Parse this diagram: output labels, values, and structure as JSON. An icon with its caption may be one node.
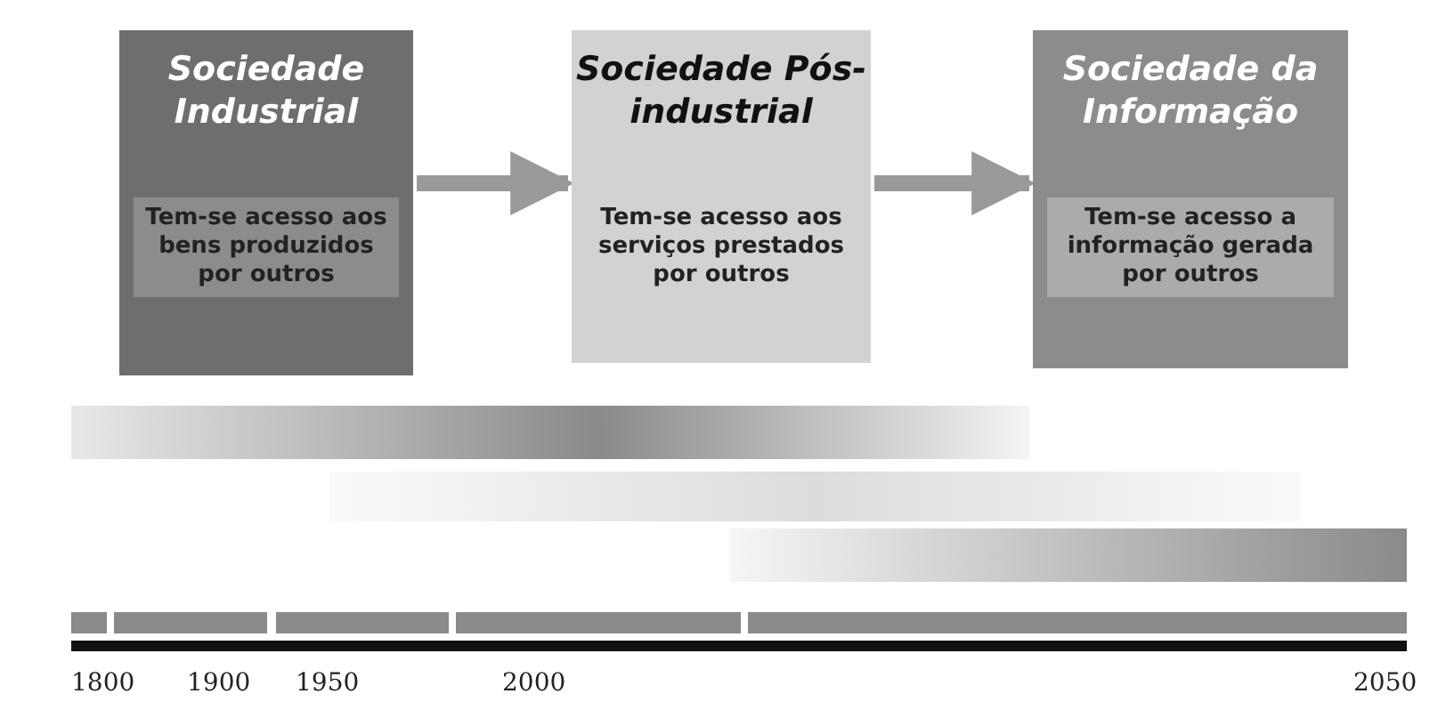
{
  "diagram": {
    "nodes": [
      {
        "text": [
          "Sociedade Industrial",
          "Tem-se acesso aos bens produzidos por outros"
        ]
      },
      {
        "text": [
          "Sociedade Pós-industrial",
          "Tem-se acesso aos serviços prestados por outros"
        ]
      },
      {
        "text": [
          "Sociedade da Informação",
          "Tem-se acesso a informação gerada por outros"
        ]
      }
    ],
    "edges": [
      {
        "from": 0,
        "to": 1,
        "arrow": "to"
      },
      {
        "from": 1,
        "to": 2,
        "arrow": "to"
      }
    ],
    "labels": [
      "1800",
      "1900",
      "1950",
      "2000",
      "2050"
    ]
  }
}
